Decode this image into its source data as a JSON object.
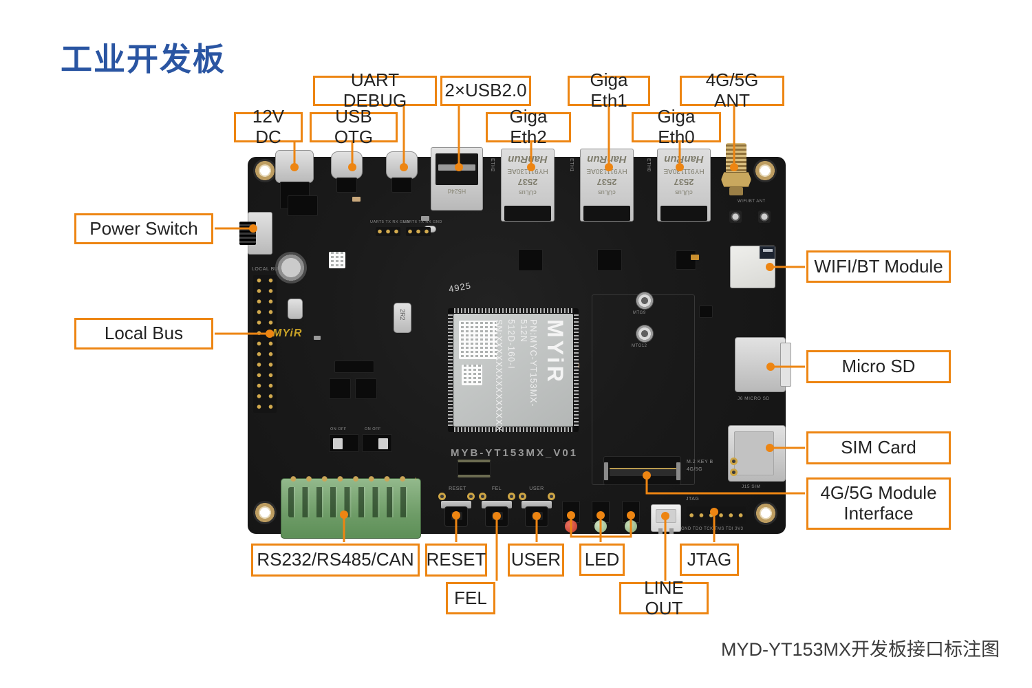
{
  "page": {
    "title": "工业开发板",
    "caption": "MYD-YT153MX开发板接口标注图"
  },
  "colors": {
    "accent_orange": "#ED8512",
    "title_blue": "#2A55A2",
    "board_black": "#1A1A1A",
    "som_silver": "#C5C7C6",
    "terminal_green": "#7FA878",
    "gold": "#C9A86A",
    "led_red": "#C3392B",
    "led_green": "#9CBE8F"
  },
  "annotations": {
    "v12dc": "12V DC",
    "usb_otg": "USB OTG",
    "uart_debug": "UART DEBUG",
    "usb20": "2×USB2.0",
    "giga_eth2": "Giga Eth2",
    "giga_eth1": "Giga Eth1",
    "giga_eth0": "Giga Eth0",
    "ant_4g5g": "4G/5G ANT",
    "power_switch": "Power Switch",
    "local_bus": "Local Bus",
    "wifi_bt": "WIFI/BT Module",
    "micro_sd": "Micro SD",
    "sim_card": "SIM Card",
    "module_4g5g": "4G/5G Module Interface",
    "rs232": "RS232/RS485/CAN",
    "reset": "RESET",
    "fel": "FEL",
    "user": "USER",
    "led": "LED",
    "line_out": "LINE OUT",
    "jtag": "JTAG"
  },
  "board": {
    "som": {
      "logo": "MYiR",
      "pn": "PN:MYC-YT153MX-512N",
      "variant": "512D-160-I",
      "sn": "SN:XXXXXXXXXXXXXXX"
    },
    "eth_jack": {
      "brand": "HanRun",
      "model": "HY911130AE",
      "date": "2537",
      "mark": "cULus"
    },
    "silk": {
      "board_name": "MYB-YT153MX_V01",
      "local_bus": "LOCAL BUS",
      "myir_logo": "MYiR",
      "lot": "4925",
      "eth2": "ETH2",
      "eth1": "ETH1",
      "eth0": "ETH0",
      "m2_key": "M.2 KEY B",
      "m2_type": "4G/5G",
      "sim": "J15 SIM",
      "micro_sd": "J6 MICRO SD",
      "wifi_ant": "WIFI/BT ANT",
      "jtag": "JTAG",
      "jtag_pins": "GND TDO TCK TMS TDI 3V3",
      "reset": "RESET",
      "fel": "FEL",
      "user": "USER",
      "uart5": "UART5 TX RX GND",
      "uart6": "UART6 TX RX GND",
      "usb_code": "H524d",
      "ind": "2R2",
      "mtg9": "MTG9",
      "mtg12": "MTG12",
      "on_off": "ON OFF"
    }
  }
}
